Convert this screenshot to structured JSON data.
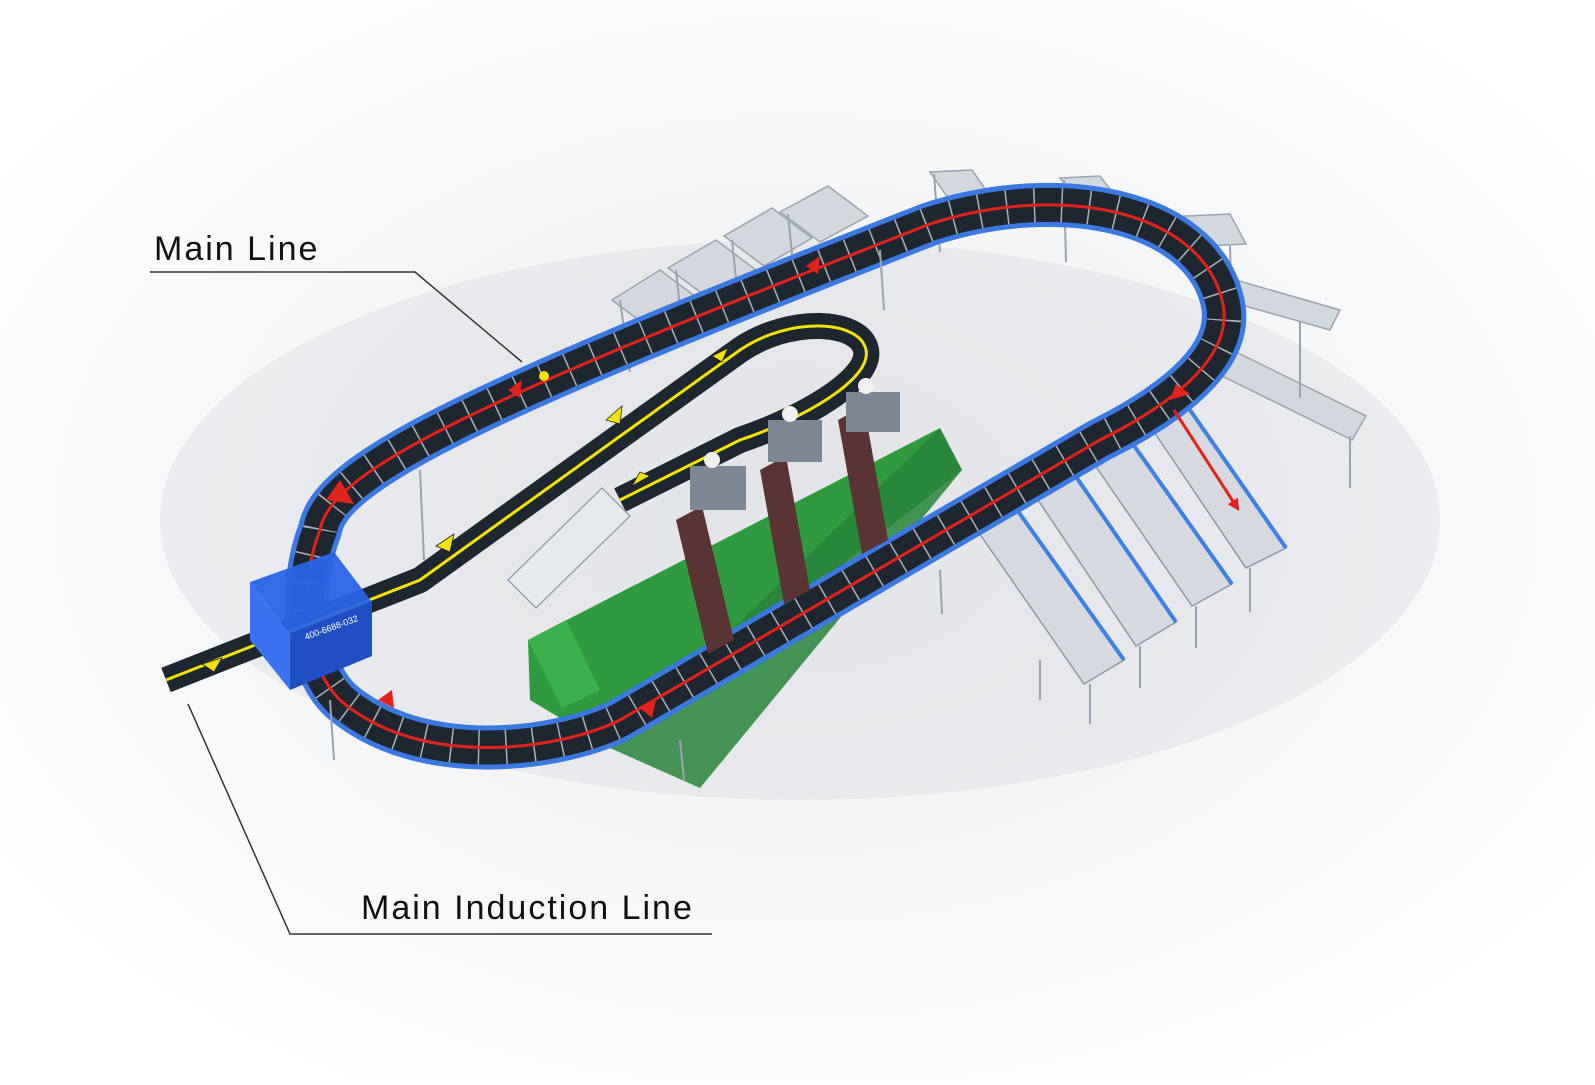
{
  "labels": {
    "main_line": "Main Line",
    "main_induction_line": "Main Induction Line"
  },
  "machine_box": {
    "phone": "400-6688-032"
  },
  "colors": {
    "belt": "#1e2630",
    "belt_edge": "#3b78e0",
    "sorter_flow_arrow": "#e0231c",
    "induction_flow_arrow": "#f2e205",
    "platform": "#2f9a3e",
    "roller_chute": "#c9ced6",
    "chute_frame": "#3f80e3",
    "scanner_box": "#2a64e6"
  },
  "icons": [
    "red-flow-arrow",
    "yellow-flow-arrow",
    "barcode-scanner-box",
    "operator-figure",
    "roller-chute"
  ]
}
